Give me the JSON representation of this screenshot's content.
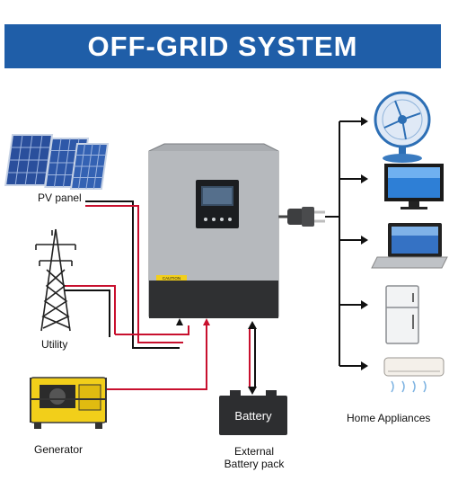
{
  "title": "OFF-GRID SYSTEM",
  "labels": {
    "pv_panel": "PV panel",
    "utility": "Utility",
    "generator": "Generator",
    "battery": "Battery",
    "external_battery_line1": "External",
    "external_battery_line2": "Battery pack",
    "home_appliances": "Home Appliances",
    "inverter_caution": "CAUTION"
  },
  "icons": [
    "solar-panel-icon",
    "power-tower-icon",
    "generator-icon",
    "inverter-unit",
    "plug-icon",
    "battery-icon",
    "fan-icon",
    "tv-icon",
    "laptop-icon",
    "fridge-icon",
    "air-conditioner-icon"
  ],
  "colors": {
    "banner": "#1f5ea8",
    "wire_red": "#c8102e",
    "wire_black": "#111111",
    "inverter_body": "#a9acb0",
    "generator_yellow": "#f2cf1a"
  }
}
